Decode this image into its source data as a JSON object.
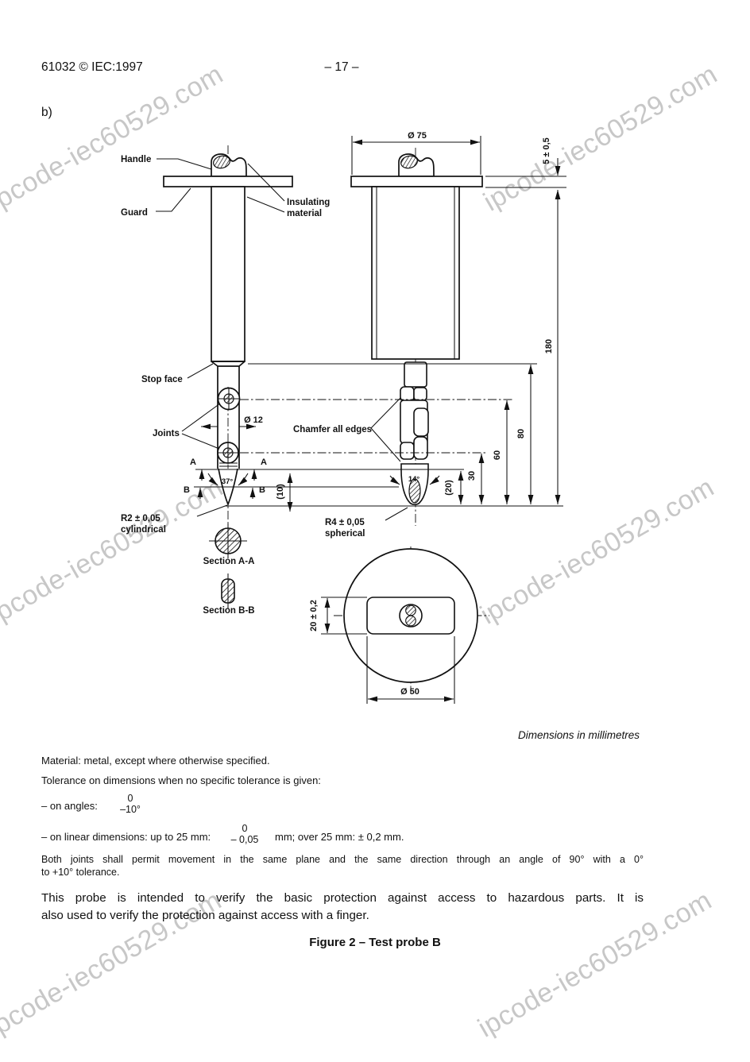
{
  "page": {
    "header_left": "61032 © IEC:1997",
    "header_center": "– 17 –",
    "item_label": "b)"
  },
  "watermark": {
    "text": "ipcode-iec60529.com",
    "color": "#c7c7c7"
  },
  "figure": {
    "labels": {
      "handle": "Handle",
      "guard": "Guard",
      "insulating_1": "Insulating",
      "insulating_2": "material",
      "stop_face": "Stop face",
      "joints": "Joints",
      "chamfer": "Chamfer all edges",
      "r2_line1": "R2 ± 0,05",
      "r2_line2": "cylindrical",
      "r4_line1": "R4 ± 0,05",
      "r4_line2": "spherical",
      "section_aa": "Section A-A",
      "section_bb": "Section B-B"
    },
    "dimensions": {
      "dia75": "Ø 75",
      "t5": "5 ± 0,5",
      "d180": "180",
      "d80": "80",
      "d60": "60",
      "d30": "30",
      "d20": "(20)",
      "d10": "(10)",
      "dia12": "Ø 12",
      "a37": "37°",
      "a14": "14°",
      "w20": "20 ± 0,2",
      "dia50": "Ø 50",
      "marker_a": "A",
      "marker_b": "B"
    },
    "note": "Dimensions in millimetres"
  },
  "notes": {
    "material": "Material: metal, except where otherwise specified.",
    "tolerance_intro": "Tolerance on dimensions when no specific tolerance is given:",
    "angles_prefix": "–  on angles:",
    "angles_top": "0",
    "angles_bottom": "–10°",
    "linear_prefix": "–  on linear dimensions: up to 25 mm:",
    "linear_top": "0",
    "linear_bottom": "– 0,05",
    "linear_suffix": "mm; over 25 mm: ± 0,2 mm.",
    "joints_note_1": "Both joints shall permit movement in the same plane and the same direction through an angle of 90° with a 0°",
    "joints_note_2": "to +10° tolerance.",
    "purpose_1": "This probe is intended to verify the basic protection against access to hazardous parts. It is",
    "purpose_2": "also used to verify the protection against access with a finger.",
    "caption": "Figure 2 – Test probe B"
  }
}
